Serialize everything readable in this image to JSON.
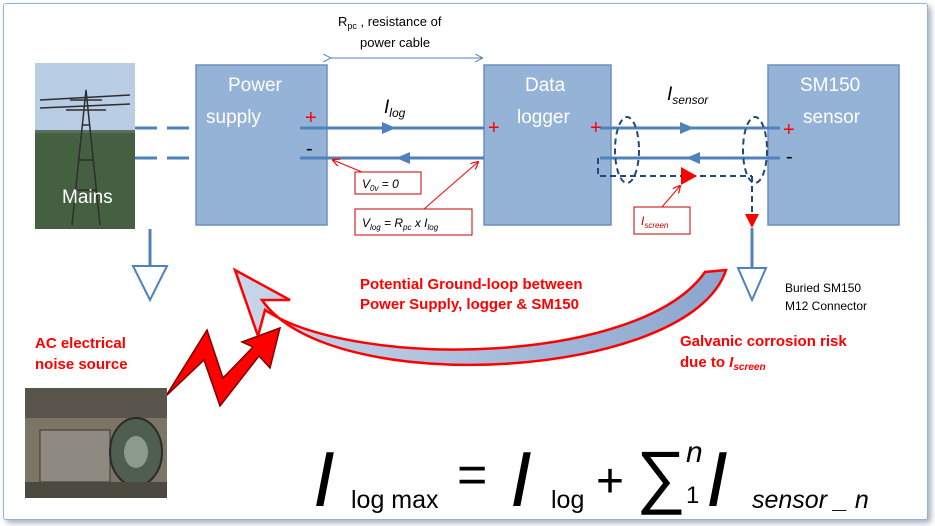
{
  "top_label": {
    "main": "R",
    "sub": "pc",
    "tail": " , resistance of",
    "line2": "power cable"
  },
  "boxes": {
    "power_supply": {
      "line1": "Power",
      "line2": "supply"
    },
    "data_logger": {
      "line1": "Data",
      "line2": "logger"
    },
    "sensor": {
      "line1": "SM150",
      "line2": "sensor"
    }
  },
  "mains_label": "Mains",
  "currents": {
    "ilog": {
      "main": "I",
      "sub": "log"
    },
    "isensor": {
      "main": "I",
      "sub": "sensor"
    },
    "iscreen": {
      "main": "I",
      "sub": "screen"
    }
  },
  "polarity": {
    "plus": "+",
    "minus": "-"
  },
  "callouts": {
    "v0v": {
      "main": "V",
      "sub": "0v",
      "tail": " = 0"
    },
    "vlog": {
      "v": "V",
      "vsub": "log",
      "eq": " = R",
      "rsub": "pc",
      "x": " x I",
      "isub": "log"
    }
  },
  "ground_loop": {
    "line1": "Potential Ground-loop between",
    "line2": "Power Supply, logger & SM150"
  },
  "buried": {
    "line1": "Buried SM150",
    "line2": "M12 Connector"
  },
  "ac_noise": {
    "line1": "AC electrical",
    "line2": "noise source"
  },
  "corrosion": {
    "line1": "Galvanic corrosion risk",
    "line2_prefix": "due to ",
    "line2_main": "I",
    "line2_sub": "screen"
  },
  "formula": {
    "lhs_main": "I",
    "lhs_sub": "log max",
    "equals": "=",
    "term1_main": "I",
    "term1_sub": "log",
    "plus": "+",
    "sigma": "∑",
    "sigma_upper": "n",
    "sigma_lower": "1",
    "term2_main": "I",
    "term2_sub": "sensor _ n"
  },
  "colors": {
    "box_fill": "#95b3d7",
    "wire": "#4f81bd",
    "accent_red": "#ff0000",
    "dark_red": "#c00000"
  }
}
